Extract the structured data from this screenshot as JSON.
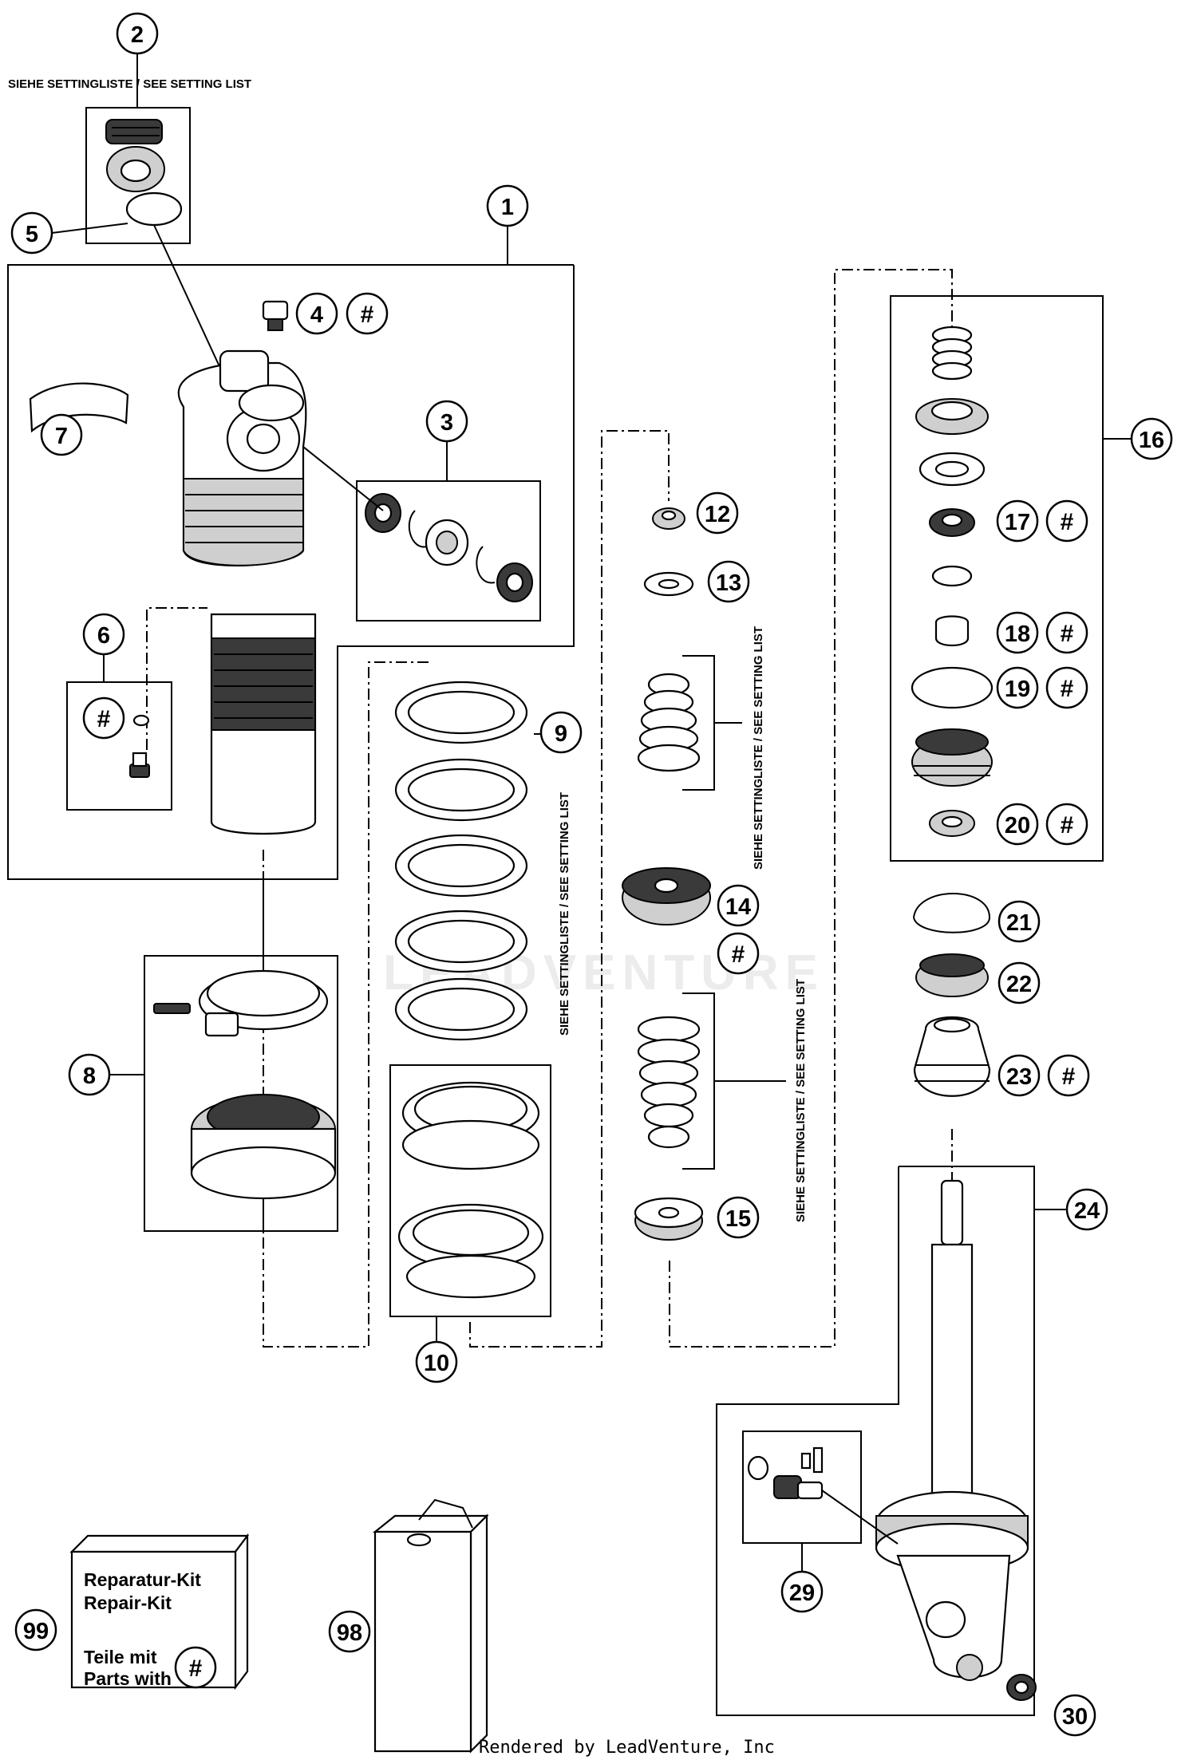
{
  "setting_note": "SIEHE SETTINGLISTE / SEE SETTING LIST",
  "watermark": "LEADVENTURE",
  "repair_kit": {
    "line1": "Reparatur-Kit",
    "line2": "Repair-Kit",
    "line3": "Teile mit",
    "line4": "Parts with",
    "symbol": "#"
  },
  "footer": "Rendered by LeadVenture, Inc",
  "hash_symbol": "#",
  "callouts": {
    "c1": "1",
    "c2": "2",
    "c3": "3",
    "c4": "4",
    "c5": "5",
    "c6": "6",
    "c7": "7",
    "c8": "8",
    "c9": "9",
    "c10": "10",
    "c12": "12",
    "c13": "13",
    "c14": "14",
    "c15": "15",
    "c16": "16",
    "c17": "17",
    "c18": "18",
    "c19": "19",
    "c20": "20",
    "c21": "21",
    "c22": "22",
    "c23": "23",
    "c24": "24",
    "c29": "29",
    "c30": "30",
    "c98": "98",
    "c99": "99"
  }
}
